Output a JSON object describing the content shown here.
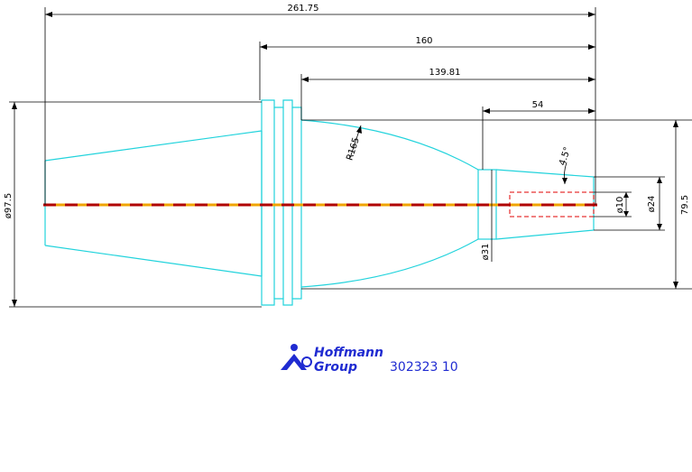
{
  "dimensions": {
    "total_length": "261.75",
    "flange_to_end": "160",
    "body_length": "139.81",
    "nose_length": "54",
    "large_diameter": "ø97.5",
    "radius": "R165",
    "taper_angle": "4.5°",
    "bore_diameter": "ø10",
    "nose_diameter": "ø24",
    "neck_diameter": "ø31",
    "height": "79.5"
  },
  "logo": {
    "line1": "Hoffmann",
    "line2": "Group"
  },
  "part_number": "302323 10",
  "colors": {
    "outline": "#22d3dc",
    "dims": "#000000",
    "center_dash_1": "#f0a400",
    "center_dash_2": "#b00000",
    "hidden": "#e00000",
    "brand": "#1f2bd1"
  }
}
